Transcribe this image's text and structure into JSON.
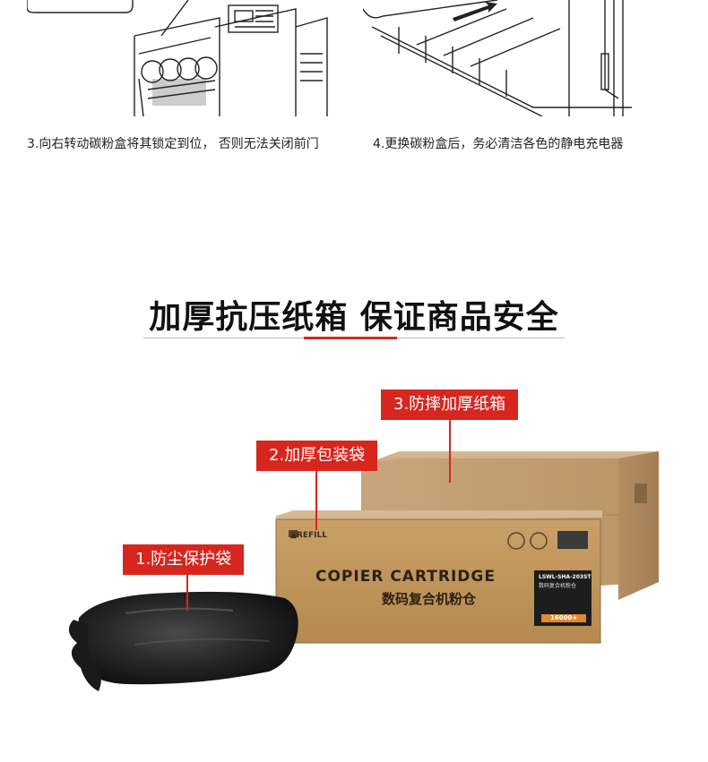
{
  "steps": [
    {
      "caption": "3.向右转动碳粉盒将其锁定到位， 否则无法关闭前门"
    },
    {
      "caption": "4.更换碳粉盒后，务必清洁各色的静电充电器"
    }
  ],
  "section": {
    "title": "加厚抗压纸箱  保证商品安全"
  },
  "callouts": [
    {
      "label": "1.防尘保护袋"
    },
    {
      "label": "2.加厚包装袋"
    },
    {
      "label": "3.防摔加厚纸箱"
    }
  ],
  "product_box": {
    "brand": "REFILL",
    "heading_en": "COPIER CARTRIDGE",
    "heading_cn": "数码复合机粉仓",
    "model": "LSWL-SHA-203ST",
    "model_cn": "数码复合机粉仓",
    "pages_badge": "16000+"
  },
  "colors": {
    "accent": "#d7261e",
    "cardboard": "#c9a77d"
  }
}
